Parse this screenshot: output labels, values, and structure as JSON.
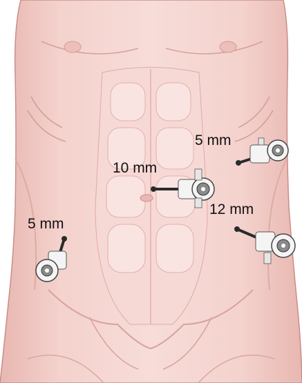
{
  "figure": {
    "subject": "laparoscopic trocar port placement on abdomen",
    "ports": [
      {
        "id": "port-right-upper",
        "label": "5 mm"
      },
      {
        "id": "port-center",
        "label": "10 mm"
      },
      {
        "id": "port-right-lower",
        "label": "12 mm"
      },
      {
        "id": "port-left-lower",
        "label": "5 mm"
      }
    ]
  },
  "colors": {
    "skin": "#f4d2cd",
    "skin_shadow": "#e2aaa4",
    "outline": "#c98d88",
    "muscle_highlight": "#f8e2de",
    "trocar_body": "#f4f4f4",
    "trocar_shadow": "#8a8a8a",
    "trocar_dark": "#2a2a2a"
  }
}
